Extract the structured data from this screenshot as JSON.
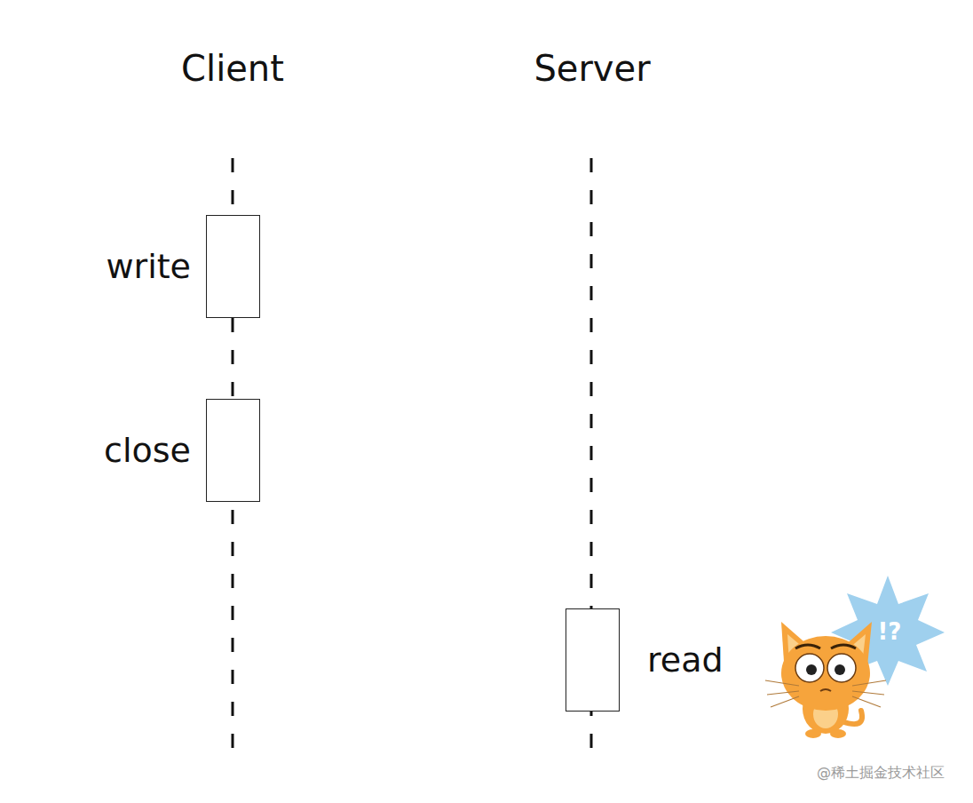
{
  "diagram": {
    "nodes": [
      {
        "text": [
          "write"
        ]
      },
      {
        "text": [
          "close"
        ]
      },
      {
        "text": [
          "read"
        ]
      }
    ],
    "labels": [
      "Client",
      "Server",
      "!?",
      "@稀土掘金技术社区"
    ]
  }
}
